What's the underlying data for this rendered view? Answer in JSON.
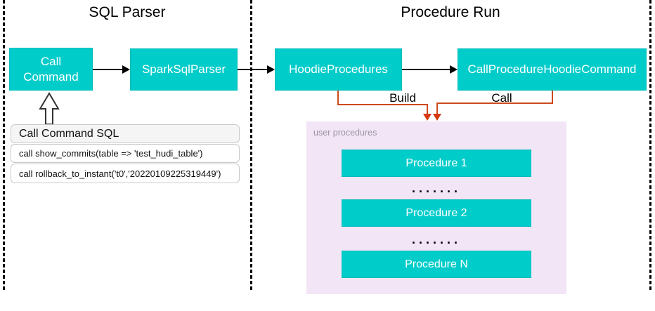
{
  "theme": {
    "teal": "#00CCCA",
    "orange_line": "#CE4A1C",
    "orange_arrow": "#D6380F",
    "lavender": "#F2E5F6"
  },
  "sections": {
    "sql_parser_title": "SQL Parser",
    "procedure_run_title": "Procedure Run"
  },
  "nodes": {
    "call_command": {
      "label": "Call Command"
    },
    "spark_sql_parser": {
      "label": "SparkSqlParser"
    },
    "hoodie_procedures": {
      "label": "HoodieProcedures"
    },
    "call_procedure_hoodie_command": {
      "label": "CallProcedureHoodieCommand"
    }
  },
  "connectors": {
    "build_label": "Build",
    "call_label": "Call"
  },
  "sql_panel": {
    "header": "Call Command SQL",
    "rows": [
      "call show_commits(table => 'test_hudi_table')",
      "call rollback_to_instant('t0','20220109225319449')"
    ]
  },
  "user_procedures": {
    "label": "user procedures",
    "items": [
      "Procedure 1",
      "Procedure 2",
      "Procedure N"
    ],
    "ellipsis": "......."
  }
}
